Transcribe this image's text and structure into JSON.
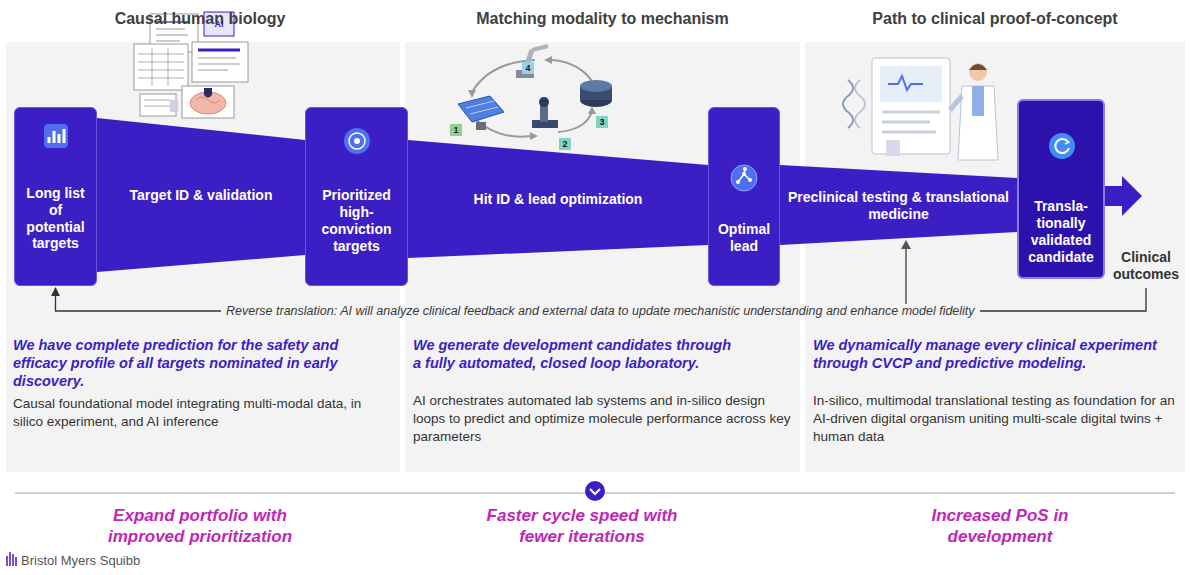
{
  "diagram": {
    "nodes": [
      {
        "text": [
          "Long list of potential targets"
        ]
      },
      {
        "text": [
          "Target ID & validation"
        ]
      },
      {
        "text": [
          "Prioritized high-conviction targets"
        ]
      },
      {
        "text": [
          "Hit ID & lead optimization"
        ]
      },
      {
        "text": [
          "Optimal lead"
        ]
      },
      {
        "text": [
          "Preclinical testing & translational medicine"
        ]
      },
      {
        "text": [
          "Transla-tionally validated candidate"
        ]
      },
      {
        "text": [
          "Clinical outcomes"
        ]
      }
    ],
    "edges": [
      {
        "from": 7,
        "to": 0,
        "arrow": "to",
        "label": "Reverse translation: AI will analyze clinical feedback and external data to update mechanistic understanding and enhance model fidelity"
      }
    ],
    "labels": [
      "Causal human biology",
      "Matching modality to mechanism",
      "Path to clinical proof-of-concept",
      "AI",
      "1",
      "2",
      "3",
      "4",
      "We have complete prediction for the safety and efficacy profile of all targets nominated in early discovery.",
      "Causal foundational model integrating multi-modal data, in silico experiment, and AI inference",
      "We generate development candidates through a fully automated, closed loop laboratory.",
      "AI orchestrates automated lab systems and in-silico design loops to predict and optimize molecule performance across key parameters",
      "We dynamically manage every clinical experiment through CVCP and predictive modeling.",
      "In-silico, multimodal translational testing as foundation for an AI-driven digital organism uniting multi-scale digital twins + human data",
      "Expand portfolio with improved prioritization",
      "Faster cycle speed with fewer iterations",
      "Increased PoS in development",
      "Bristol Myers Squibb"
    ]
  }
}
